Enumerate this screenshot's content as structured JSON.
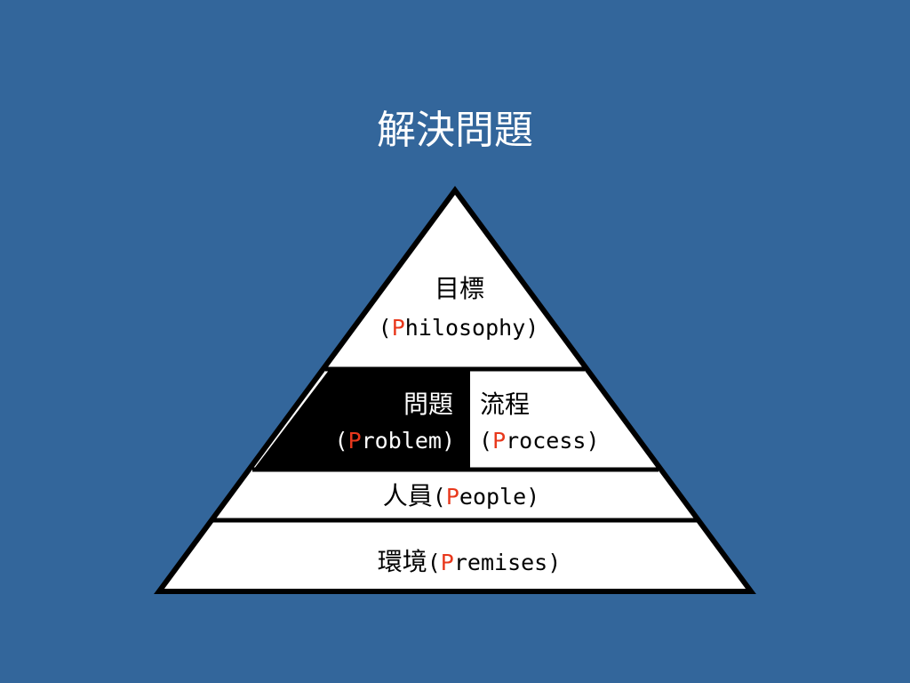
{
  "title": "解決問題",
  "colors": {
    "background": "#33669b",
    "accent_letter": "#e8381c",
    "dark_cell": "#000000",
    "light_cell": "#ffffff"
  },
  "pyramid": {
    "top": {
      "zh": "目標",
      "open": "(",
      "initial": "P",
      "rest": "hilosophy",
      "close": ")"
    },
    "left": {
      "zh": "問題",
      "open": "(",
      "initial": "P",
      "rest": "roblem",
      "close": ")"
    },
    "right": {
      "zh": "流程",
      "open": "(",
      "initial": "P",
      "rest": "rocess",
      "close": ")"
    },
    "people": {
      "zh": "人員",
      "open": "(",
      "initial": "P",
      "rest": "eople",
      "close": ")"
    },
    "premises": {
      "zh": "環境",
      "open": "(",
      "initial": "P",
      "rest": "remises",
      "close": ")"
    }
  }
}
